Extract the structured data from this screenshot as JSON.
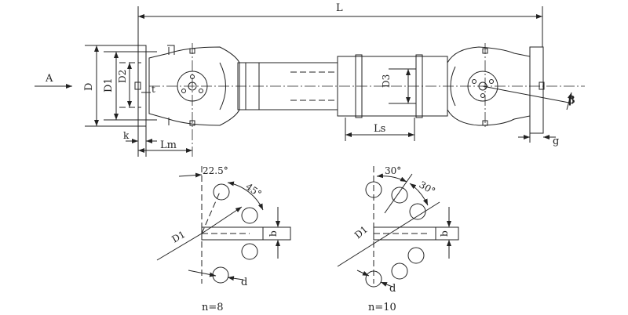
{
  "labels": {
    "L": "L",
    "A": "A",
    "D": "D",
    "D1": "D1",
    "D2": "D2",
    "t": "t",
    "k": "k",
    "Lm": "Lm",
    "D3": "D3",
    "Ls": "Ls",
    "beta": "β",
    "g": "g"
  },
  "detail_n8": {
    "angle1": "22.5°",
    "angle2": "45°",
    "D1": "D1",
    "b": "b",
    "d": "d",
    "caption": "n=8"
  },
  "detail_n10": {
    "angle1": "30°",
    "angle2": "30°",
    "D1": "D1",
    "b": "b",
    "d": "d",
    "caption": "n=10"
  }
}
